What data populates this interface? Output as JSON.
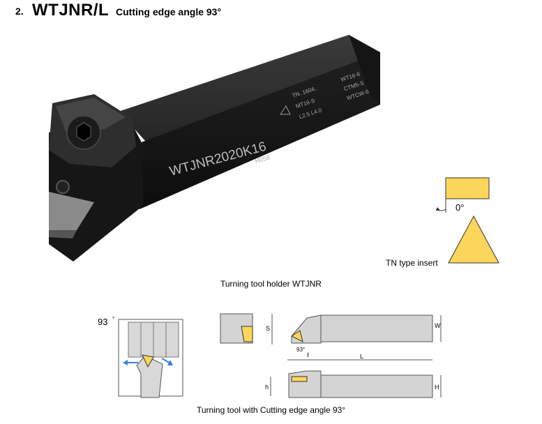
{
  "header": {
    "section_number": "2.",
    "model": "WTJNR/L",
    "subtitle": "Cutting edge angle 93°"
  },
  "photo": {
    "shank_marking": "WTJNR2020K16",
    "shank_code": "H059",
    "insert_label": "TN..1604..",
    "shim_label": "MT16-S",
    "screw_label": "L2.5 L4.0",
    "part1": "WT16-6",
    "part2": "CTM5-S",
    "part3": "WTCW-6"
  },
  "insert_diagram": {
    "clearance_angle": "0°",
    "caption": "TN type insert"
  },
  "captions": {
    "holder": "Turning tool holder WTJNR",
    "bottom": "Turning tool with Cutting edge angle 93°"
  },
  "small_diagram": {
    "angle": "93"
  },
  "drawing": {
    "dim_s": "S",
    "dim_w": "W",
    "dim_l": "L",
    "dim_l1": "ℓ",
    "dim_h": "h",
    "dim_H": "H",
    "angle": "93°"
  },
  "colors": {
    "insert_yellow": "#FBD65A",
    "drawing_gray": "#D4D4D4",
    "tool_black": "#1A1A1A"
  }
}
